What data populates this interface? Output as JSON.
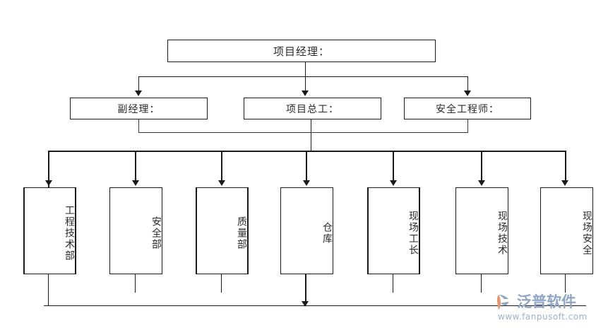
{
  "diagram": {
    "title": "项目经理：",
    "type": "org-chart",
    "levels": {
      "level1": [
        {
          "id": "project-manager",
          "label": "项目经理：",
          "orientation": "horizontal"
        }
      ],
      "level2": [
        {
          "id": "deputy-manager",
          "label": "副经理：",
          "orientation": "horizontal"
        },
        {
          "id": "chief-engineer",
          "label": "项目总工：",
          "orientation": "horizontal"
        },
        {
          "id": "safety-engineer",
          "label": "安全工程师：",
          "orientation": "horizontal"
        }
      ],
      "level3": [
        {
          "id": "engineering-tech-dept",
          "label": "工程技术部",
          "orientation": "vertical"
        },
        {
          "id": "safety-dept",
          "label": "安全部",
          "orientation": "vertical"
        },
        {
          "id": "quality-dept",
          "label": "质量部",
          "orientation": "vertical"
        },
        {
          "id": "warehouse",
          "label": "仓库",
          "orientation": "vertical"
        },
        {
          "id": "site-foreman",
          "label": "现场工长",
          "orientation": "vertical"
        },
        {
          "id": "site-technician",
          "label": "现场技术",
          "orientation": "vertical"
        },
        {
          "id": "site-safety",
          "label": "现场安全",
          "orientation": "vertical"
        }
      ]
    },
    "colors": {
      "line": "#1a1a1a",
      "box_fill": "#ffffff",
      "text": "#2b2b2b",
      "background": "#ffffff"
    }
  },
  "watermark": {
    "brand": "泛普软件",
    "url": "www.fanpusoft.com",
    "brand_color": "#8fa6c4",
    "accent_color": "#e8956b"
  }
}
